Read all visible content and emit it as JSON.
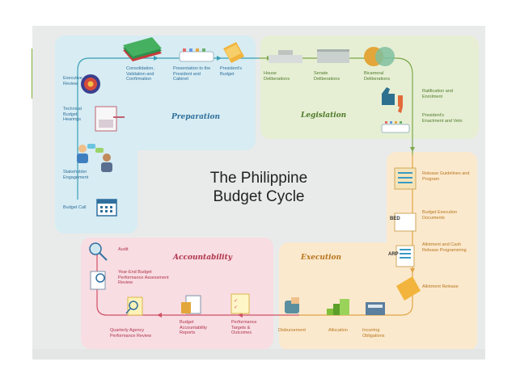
{
  "title_line1": "The Philippine",
  "title_line2": "Budget Cycle",
  "phases": {
    "preparation": "Preparation",
    "legislation": "Legislation",
    "execution": "Execution",
    "accountability": "Accountability"
  },
  "steps": {
    "executive_review": "Executive Review",
    "consolidation": "Consolidation, Validation and Confirmation",
    "presentation": "Presentation to the President and Cabinet",
    "presidents_budget": "President's Budget",
    "technical_hearings": "Technical Budget Hearings",
    "stakeholder": "Stakeholder Engagement",
    "budget_call": "Budget Call",
    "house": "House Deliberations",
    "senate": "Senate Deliberations",
    "bicameral": "Bicameral Deliberations",
    "ratification": "Ratification and Enrolment",
    "enactment": "President's Enactment and Veto",
    "release_guidelines": "Release Guidelines and Program",
    "budget_execution_docs": "Budget Execution Documents",
    "allotment_cash": "Allotment and Cash Release Programming",
    "allotment_release": "Allotment Release",
    "incurring": "Incurring Obligations",
    "allocation": "Allocation",
    "disbursement": "Disbursement",
    "performance_targets": "Performance Targets & Outcomes",
    "budget_accountability": "Budget Accountability Reports",
    "quarterly_review": "Quarterly Agency Performance Review",
    "year_end": "Year-End Budget Performance Assessment Review",
    "audit": "Audit"
  },
  "doc_tags": {
    "bed": "BED",
    "arp": "ARP"
  },
  "colors": {
    "preparation_panel": "#d7ecf3",
    "legislation_panel": "#e6efd4",
    "execution_panel": "#fbe9cd",
    "accountability_panel": "#f8dde3",
    "preparation_text": "#2e6f9a",
    "legislation_text": "#4f7a2a",
    "execution_text": "#b7751d",
    "accountability_text": "#b0344a"
  }
}
